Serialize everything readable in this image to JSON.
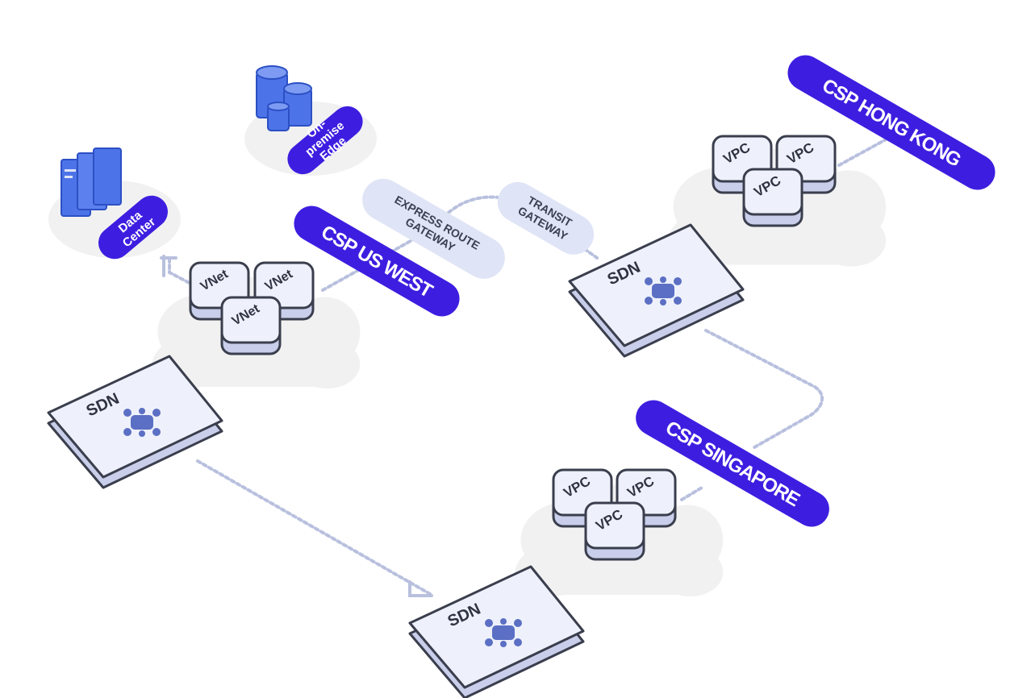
{
  "colors": {
    "accent": "#3d1ee0",
    "pill_light": "#dfe4f6",
    "pill_text_dark": "#3a3f52",
    "cloud": "#f1f1f1",
    "tile_top": "#eef1fb",
    "tile_side": "#c9cfea",
    "tile_stroke": "#3a3e4d",
    "node_icon": "#5b6fc4",
    "connector": "#b8c0de",
    "db_blue": "#4d73e8"
  },
  "labels": {
    "csp_hong_kong": "CSP HONG KONG",
    "csp_us_west": "CSP US WEST",
    "csp_singapore": "CSP SINGAPORE",
    "express_route_line1": "EXPRESS ROUTE",
    "express_route_line2": "GATEWAY",
    "transit_line1": "TRANSIT",
    "transit_line2": "GATEWAY",
    "on_premise_line1": "On-",
    "on_premise_line2": "premise",
    "on_premise_line3": "Edge",
    "data_center_line1": "Data",
    "data_center_line2": "Center"
  },
  "sdn_nodes": [
    {
      "id": "sdn-hong-kong",
      "label": "SDN"
    },
    {
      "id": "sdn-us-west",
      "label": "SDN"
    },
    {
      "id": "sdn-singapore",
      "label": "SDN"
    }
  ],
  "clusters": {
    "hong_kong": [
      "VPC",
      "VPC",
      "VPC"
    ],
    "us_west": [
      "VNet",
      "VNet",
      "VNet"
    ],
    "singapore": [
      "VPC",
      "VPC",
      "VPC"
    ]
  },
  "icons": [
    "database-icon",
    "server-rack-icon",
    "sdn-network-icon",
    "arrow-icon"
  ]
}
